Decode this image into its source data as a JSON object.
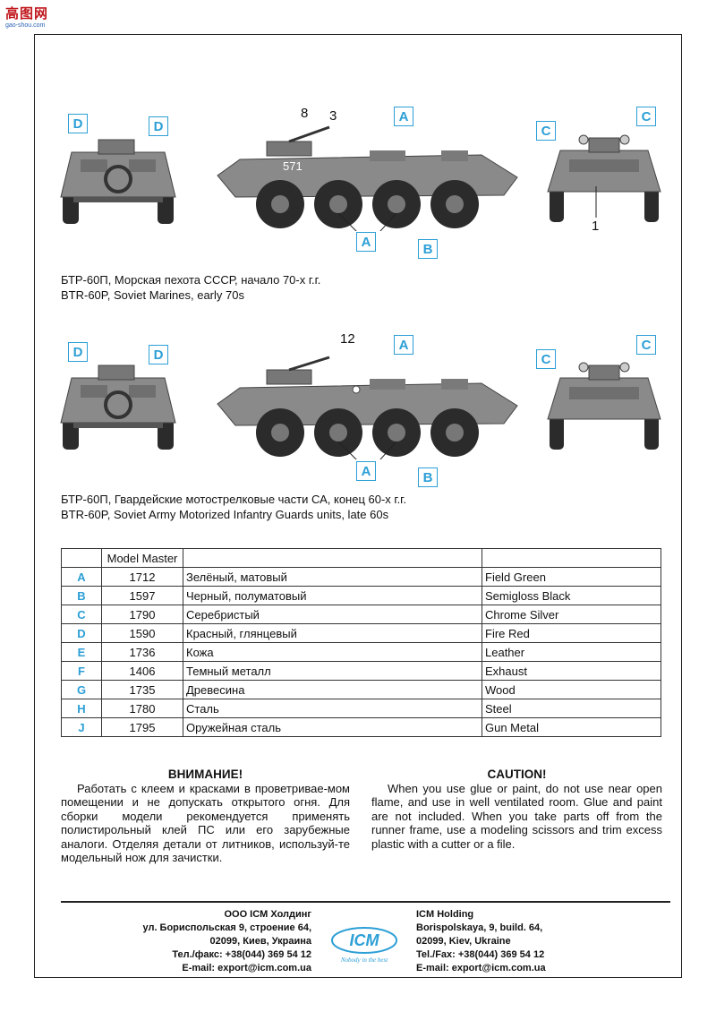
{
  "watermark": {
    "main": "高图网",
    "sub": "gao-shou.com"
  },
  "variant1": {
    "caption_ru": "БТР-60П, Морская пехота СССР, начало 70-х г.г.",
    "caption_en": "BTR-60P, Soviet Marines, early 70s",
    "hull_number": "571",
    "callouts": {
      "n8": "8",
      "n3": "3",
      "n1": "1"
    }
  },
  "variant2": {
    "caption_ru": "БТР-60П, Гвардейские мотострелковые части СА, конец 60-х г.г.",
    "caption_en": "BTR-60P, Soviet Army Motorized Infantry Guards units, late 60s",
    "callouts": {
      "n12": "12"
    }
  },
  "letters": {
    "A": "A",
    "B": "B",
    "C": "C",
    "D": "D"
  },
  "paint_table": {
    "header": [
      "",
      "Model Master",
      "",
      ""
    ],
    "rows": [
      {
        "code": "A",
        "mm": "1712",
        "ru": "Зелёный, матовый",
        "en": "Field Green"
      },
      {
        "code": "B",
        "mm": "1597",
        "ru": "Черный, полуматовый",
        "en": "Semigloss Black"
      },
      {
        "code": "C",
        "mm": "1790",
        "ru": "Серебристый",
        "en": "Chrome Silver"
      },
      {
        "code": "D",
        "mm": "1590",
        "ru": "Красный, глянцевый",
        "en": "Fire Red"
      },
      {
        "code": "E",
        "mm": "1736",
        "ru": "Кожа",
        "en": "Leather"
      },
      {
        "code": "F",
        "mm": "1406",
        "ru": "Темный металл",
        "en": "Exhaust"
      },
      {
        "code": "G",
        "mm": "1735",
        "ru": "Древесина",
        "en": "Wood"
      },
      {
        "code": "H",
        "mm": "1780",
        "ru": "Сталь",
        "en": "Steel"
      },
      {
        "code": "J",
        "mm": "1795",
        "ru": "Оружейная сталь",
        "en": "Gun Metal"
      }
    ]
  },
  "warning_ru": {
    "title": "ВНИМАНИЕ!",
    "text": "Работать с клеем и красками в проветривае-мом помещении и не допускать открытого огня. Для сборки модели рекомендуется применять полистирольный клей ПС или его зарубежные аналоги. Отделяя детали от литников, используй-те модельный нож для зачистки."
  },
  "warning_en": {
    "title": "CAUTION!",
    "text": "When you use glue or paint, do not use near open flame, and use in well ventilated room. Glue and paint are not included. When you take parts off from the runner frame, use a modeling scissors and trim excess plastic with a cutter or a file."
  },
  "footer_ru": {
    "line1": "ООО ICM Холдинг",
    "line2": "ул. Бориспольская 9, строение 64,",
    "line3": "02099, Киев, Украина",
    "line4": "Тел./факс: +38(044) 369 54 12",
    "line5": "E-mail: export@icm.com.ua"
  },
  "footer_en": {
    "line1": "ICM Holding",
    "line2": "Borispolskaya, 9, build. 64,",
    "line3": "02099, Kiev, Ukraine",
    "line4": "Tel./Fax: +38(044) 369 54 12",
    "line5": "E-mail: export@icm.com.ua"
  },
  "logo": {
    "text": "ICM",
    "tagline": "Nobody in the best"
  },
  "colors": {
    "accent": "#2c9fd6",
    "vehicle": "#8a8a8a",
    "vehicle_dark": "#555555",
    "tyre": "#2b2b2b"
  }
}
